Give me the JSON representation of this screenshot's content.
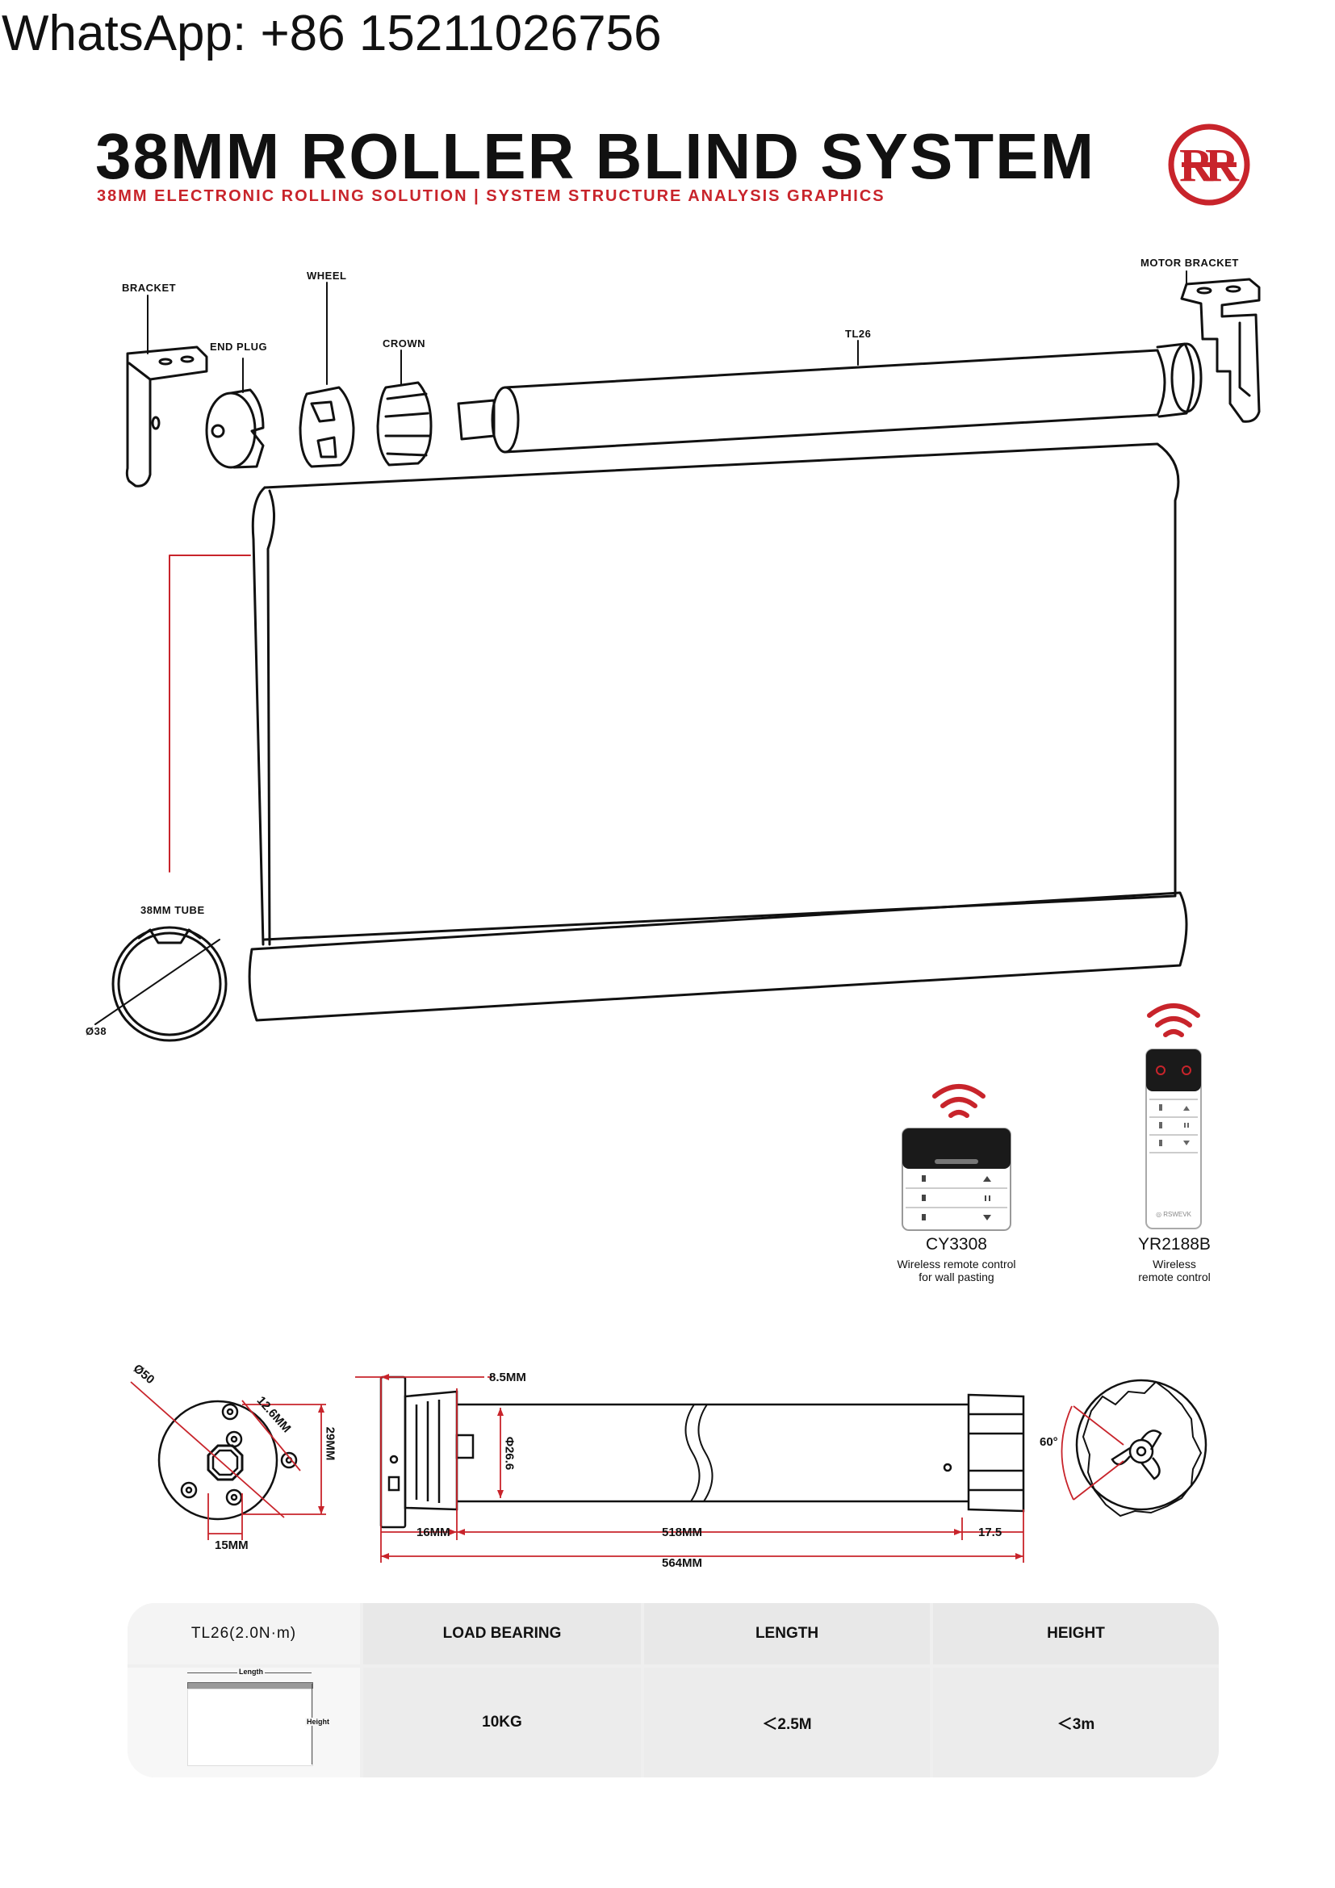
{
  "header": {
    "whatsapp": "WhatsApp: +86 15211026756",
    "title": "38MM ROLLER BLIND SYSTEM",
    "subtitle": "38MM ELECTRONIC ROLLING SOLUTION | SYSTEM STRUCTURE ANALYSIS GRAPHICS",
    "logo_icon": "rr-logo-icon",
    "accent_color": "#c8242b"
  },
  "exploded_view": {
    "labels": {
      "bracket": "BRACKET",
      "end_plug": "END PLUG",
      "wheel": "WHEEL",
      "crown": "CROWN",
      "tube_motor": "TL26",
      "motor_bracket": "MOTOR BRACKET",
      "tube": "38MM TUBE",
      "tube_diameter": "Ø38"
    }
  },
  "remotes": [
    {
      "model": "CY3308",
      "description": "Wireless remote control\nfor wall pasting",
      "icon": "wall-remote-icon"
    },
    {
      "model": "YR2188B",
      "description": "Wireless\nremote control",
      "icon": "handheld-remote-icon"
    }
  ],
  "motor_drawing": {
    "end_view_diameter": "Ø50",
    "hole_spacing": "12.6MM",
    "height_29": "29MM",
    "width_15": "15MM",
    "head_offset": "8.5MM",
    "tube_diameter": "Φ26.6",
    "head_length": "16MM",
    "body_length": "518MM",
    "crown_length": "17.5",
    "total_length": "564MM",
    "crown_angle": "60°"
  },
  "spec_table": {
    "headers": [
      "TL26(2.0N·m)",
      "LOAD BEARING",
      "LENGTH",
      "HEIGHT"
    ],
    "values": [
      "10KG",
      "＜2.5M",
      "＜3m"
    ],
    "diagram_length_label": "Length",
    "diagram_height_label": "Height"
  }
}
